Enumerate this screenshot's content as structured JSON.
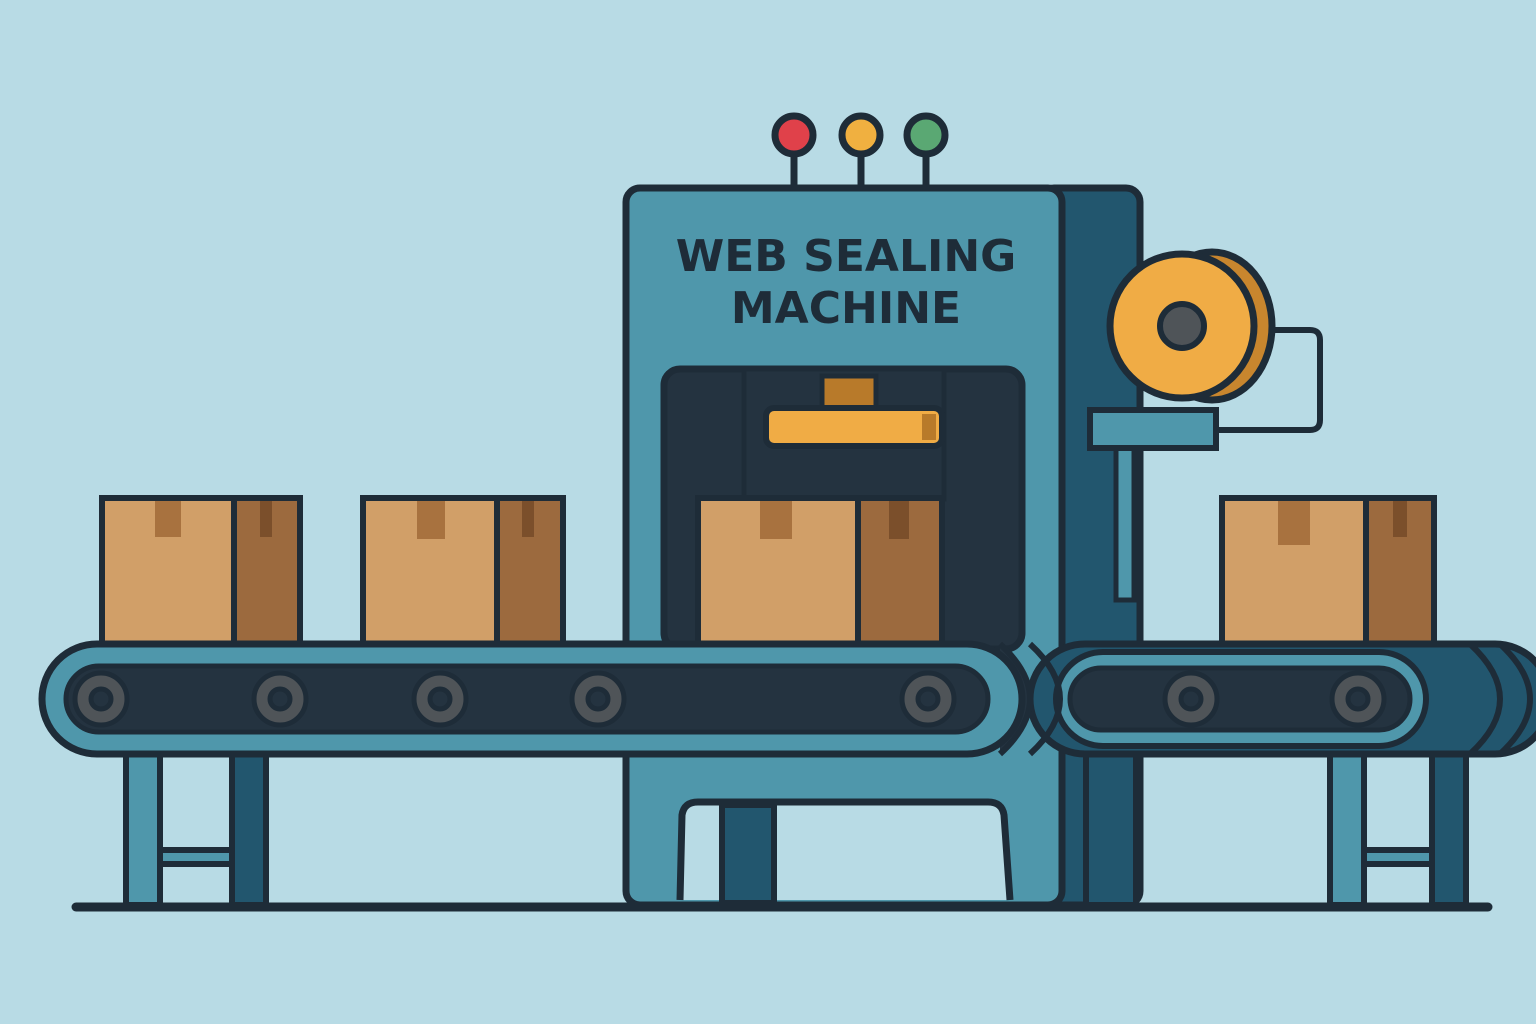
{
  "machine": {
    "title_line1": "WEB SEALING",
    "title_line2": "MACHINE"
  },
  "indicator_lights": [
    {
      "name": "red-light",
      "color": "#e0414a"
    },
    {
      "name": "yellow-light",
      "color": "#f0b040"
    },
    {
      "name": "green-light",
      "color": "#5aa873"
    }
  ],
  "colors": {
    "background": "#b8dbe5",
    "machine_body": "#4f97ab",
    "machine_side": "#22566e",
    "outline": "#1e2c38",
    "box_front": "#d19f68",
    "box_side": "#9c6a3e",
    "box_tape": "#a8723f",
    "tape_roll": "#f0ac45",
    "belt": "#243340",
    "roller": "#4f5458"
  }
}
